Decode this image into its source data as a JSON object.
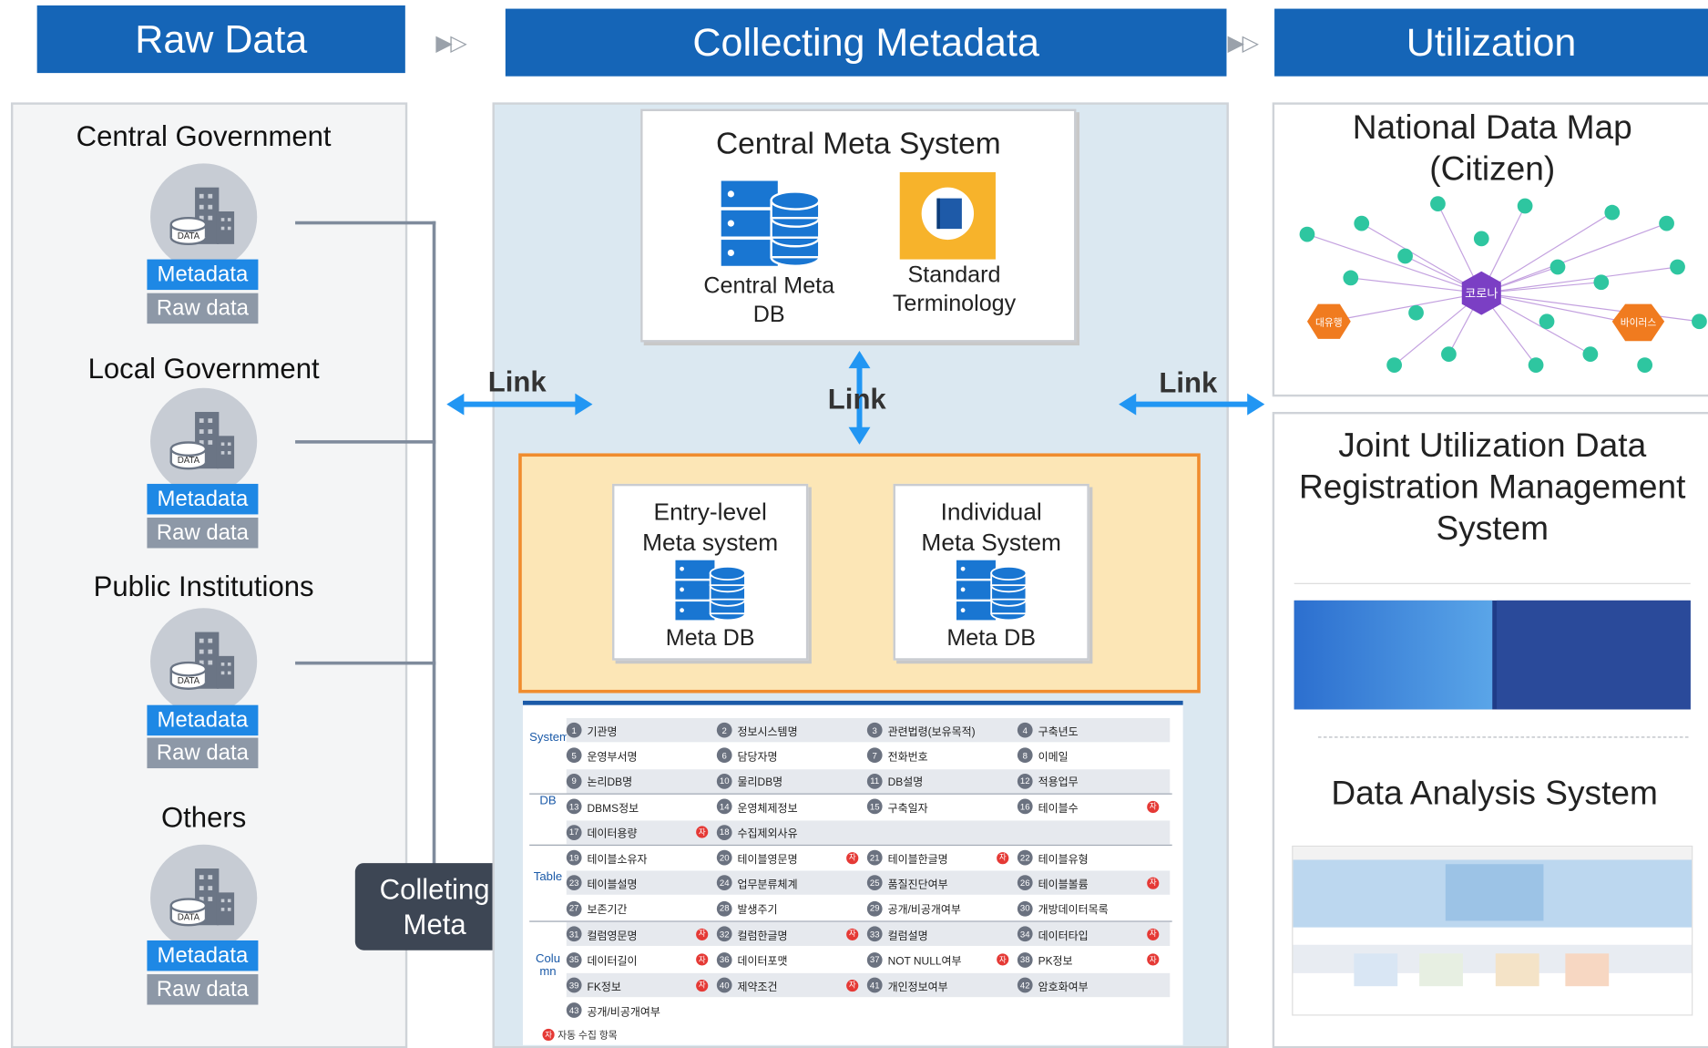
{
  "headers": {
    "raw_data": "Raw Data",
    "collecting_metadata": "Collecting Metadata",
    "utilization": "Utilization"
  },
  "sources": [
    {
      "title": "Central Government",
      "meta": "Metadata",
      "raw": "Raw data"
    },
    {
      "title": "Local Government",
      "meta": "Metadata",
      "raw": "Raw data"
    },
    {
      "title": "Public Institutions",
      "meta": "Metadata",
      "raw": "Raw data"
    },
    {
      "title": "Others",
      "meta": "Metadata",
      "raw": "Raw data"
    }
  ],
  "db_icon_text": "DATA",
  "colleting_meta": {
    "line1": "Colleting",
    "line2": "Meta"
  },
  "links": {
    "left": "Link",
    "center": "Link",
    "right": "Link"
  },
  "central_meta_system": {
    "title": "Central Meta System",
    "db_label_1": "Central Meta",
    "db_label_2": "DB",
    "term_label_1": "Standard",
    "term_label_2": "Terminology"
  },
  "entry_level": {
    "line1": "Entry-level",
    "line2": "Meta  system",
    "db": "Meta DB"
  },
  "individual": {
    "line1": "Individual",
    "line2": "Meta System",
    "db": "Meta DB"
  },
  "meta_table": {
    "groups": [
      "System",
      "DB",
      "Table",
      "Colu\nmn"
    ],
    "rows": [
      [
        [
          "1",
          "기관명",
          false
        ],
        [
          "2",
          "정보시스템명",
          false
        ],
        [
          "3",
          "관련법령(보유목적)",
          false
        ],
        [
          "4",
          "구축년도",
          false
        ]
      ],
      [
        [
          "5",
          "운영부서명",
          false
        ],
        [
          "6",
          "담당자명",
          false
        ],
        [
          "7",
          "전화번호",
          false
        ],
        [
          "8",
          "이메일",
          false
        ]
      ],
      [
        [
          "9",
          "논리DB명",
          false
        ],
        [
          "10",
          "물리DB명",
          false
        ],
        [
          "11",
          "DB설명",
          false
        ],
        [
          "12",
          "적용업무",
          false
        ]
      ],
      [
        [
          "13",
          "DBMS정보",
          false
        ],
        [
          "14",
          "운영체제정보",
          false
        ],
        [
          "15",
          "구축일자",
          false
        ],
        [
          "16",
          "테이블수",
          true
        ]
      ],
      [
        [
          "17",
          "데이터용량",
          true
        ],
        [
          "18",
          "수집제외사유",
          false
        ]
      ],
      [
        [
          "19",
          "테이블소유자",
          false
        ],
        [
          "20",
          "테이블영문명",
          true
        ],
        [
          "21",
          "테이블한글명",
          true
        ],
        [
          "22",
          "테이블유형",
          false
        ]
      ],
      [
        [
          "23",
          "테이블설명",
          false
        ],
        [
          "24",
          "업무분류체계",
          false
        ],
        [
          "25",
          "품질진단여부",
          false
        ],
        [
          "26",
          "테이블볼륨",
          true
        ]
      ],
      [
        [
          "27",
          "보존기간",
          false
        ],
        [
          "28",
          "발생주기",
          false
        ],
        [
          "29",
          "공개/비공개여부",
          false
        ],
        [
          "30",
          "개방데이터목록",
          false
        ]
      ],
      [
        [
          "31",
          "컬럼영문명",
          true
        ],
        [
          "32",
          "컬럼한글명",
          true
        ],
        [
          "33",
          "컬럼설명",
          false
        ],
        [
          "34",
          "데이터타입",
          true
        ]
      ],
      [
        [
          "35",
          "데이터길이",
          true
        ],
        [
          "36",
          "데이터포맷",
          false
        ],
        [
          "37",
          "NOT NULL여부",
          true
        ],
        [
          "38",
          "PK정보",
          true
        ]
      ],
      [
        [
          "39",
          "FK정보",
          true
        ],
        [
          "40",
          "제약조건",
          true
        ],
        [
          "41",
          "개인정보여부",
          false
        ],
        [
          "42",
          "암호화여부",
          false
        ]
      ],
      [
        [
          "43",
          "공개/비공개여부",
          false
        ]
      ]
    ],
    "red_mark": "자",
    "footnote": "자동 수집 항목"
  },
  "utilization": {
    "national_map_1": "National Data Map",
    "national_map_2": "(Citizen)",
    "joint_1": "Joint Utilization Data",
    "joint_2": "Registration Management",
    "joint_3": "System",
    "analysis": "Data Analysis System"
  },
  "graph_labels": {
    "center": "코로나",
    "left": "대유행",
    "right": "바이러스"
  },
  "colors": {
    "header_blue": "#1565b7",
    "meta_blue": "#1e88e5",
    "raw_gray": "#8d98a7",
    "link_arrow": "#2196f3",
    "orange_panel": "#fce6b6",
    "orange_border": "#f08c2e",
    "dark_box": "#3d4654"
  }
}
